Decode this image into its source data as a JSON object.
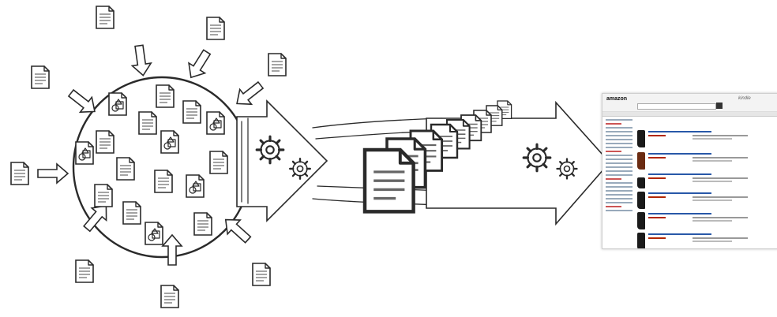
{
  "diagram": {
    "stages": [
      "unstructured-data-sphere",
      "processing-arrow-1",
      "document-stack",
      "processing-arrow-2",
      "search-results-screenshot"
    ],
    "icons": [
      "document-icon",
      "image-document-icon",
      "gear-icon",
      "arrow-icon"
    ]
  },
  "screenshot": {
    "logo": "amazon",
    "badge": "kindle"
  }
}
